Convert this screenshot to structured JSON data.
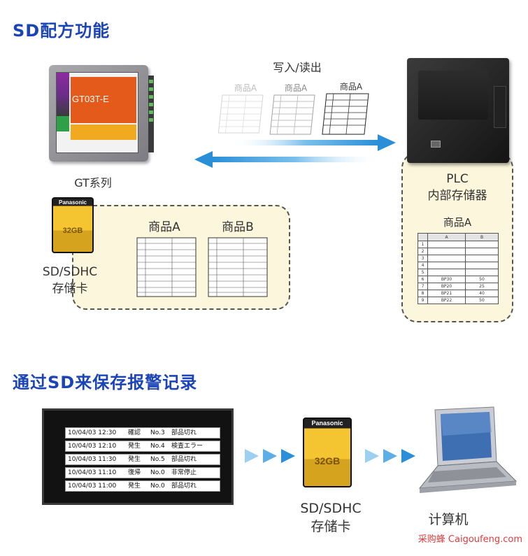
{
  "section1": {
    "title": "SD配方功能",
    "rw_label": "写入/读出",
    "flying_tables": [
      "商品A",
      "商品A",
      "商品A"
    ],
    "gt_model": "GT03T-E",
    "gt_label": "GT系列",
    "sd_label_line1": "SD/SDHC",
    "sd_label_line2": "存储卡",
    "table_a_title": "商品A",
    "table_b_title": "商品B",
    "plc_label_line1": "PLC",
    "plc_label_line2": "内部存储器",
    "plc_table_title": "商品A",
    "plc_table": {
      "headers": [
        "A",
        "B"
      ],
      "rows": [
        [
          "1",
          "",
          ""
        ],
        [
          "2",
          "",
          ""
        ],
        [
          "3",
          "",
          ""
        ],
        [
          "4",
          "",
          ""
        ],
        [
          "5",
          "",
          ""
        ],
        [
          "6",
          "BP30",
          "50"
        ],
        [
          "7",
          "BP20",
          "25"
        ],
        [
          "8",
          "BP21",
          "40"
        ],
        [
          "9",
          "BP22",
          "50"
        ]
      ]
    }
  },
  "section2": {
    "title": "通过SD来保存报警记录",
    "alarms": [
      {
        "time": "10/04/03 12:30",
        "type": "確認",
        "no": "No.3",
        "msg": "部品切れ"
      },
      {
        "time": "10/04/03 12:10",
        "type": "発生",
        "no": "No.4",
        "msg": "検査エラー"
      },
      {
        "time": "10/04/03 11:30",
        "type": "発生",
        "no": "No.5",
        "msg": "部品切れ"
      },
      {
        "time": "10/04/03 11:10",
        "type": "復帰",
        "no": "No.0",
        "msg": "非常停止"
      },
      {
        "time": "10/04/03 11:00",
        "type": "発生",
        "no": "No.0",
        "msg": "部品切れ"
      }
    ],
    "sd_label_line1": "SD/SDHC",
    "sd_label_line2": "存储卡",
    "pc_label": "计算机"
  },
  "sd_card": {
    "brand": "Panasonic",
    "capacity": "32GB"
  },
  "watermark": "采购蜂 Caigoufeng.com",
  "colors": {
    "title_blue": "#1a44b8",
    "arrow_blue": "#2a8fd8",
    "panel_bg": "#fbf6dc"
  }
}
